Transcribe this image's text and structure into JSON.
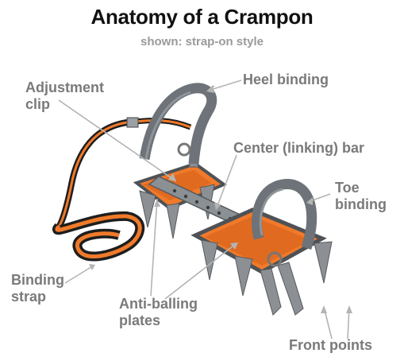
{
  "title": "Anatomy of a Crampon",
  "subtitle": "shown: strap-on style",
  "labels": {
    "adjustment_clip": [
      "Adjustment",
      "clip"
    ],
    "heel_binding": "Heel binding",
    "center_bar": "Center (linking) bar",
    "toe_binding": [
      "Toe",
      "binding"
    ],
    "binding_strap": [
      "Binding",
      "strap"
    ],
    "anti_balling": [
      "Anti-balling",
      "plates"
    ],
    "front_points": "Front points"
  },
  "colors": {
    "label_gray": "#7a7a7a",
    "orange": "#f07a2a",
    "frame_gray": "#5e6266",
    "binding_gray": "#6d7378",
    "strap_black": "#1e1e1e"
  }
}
